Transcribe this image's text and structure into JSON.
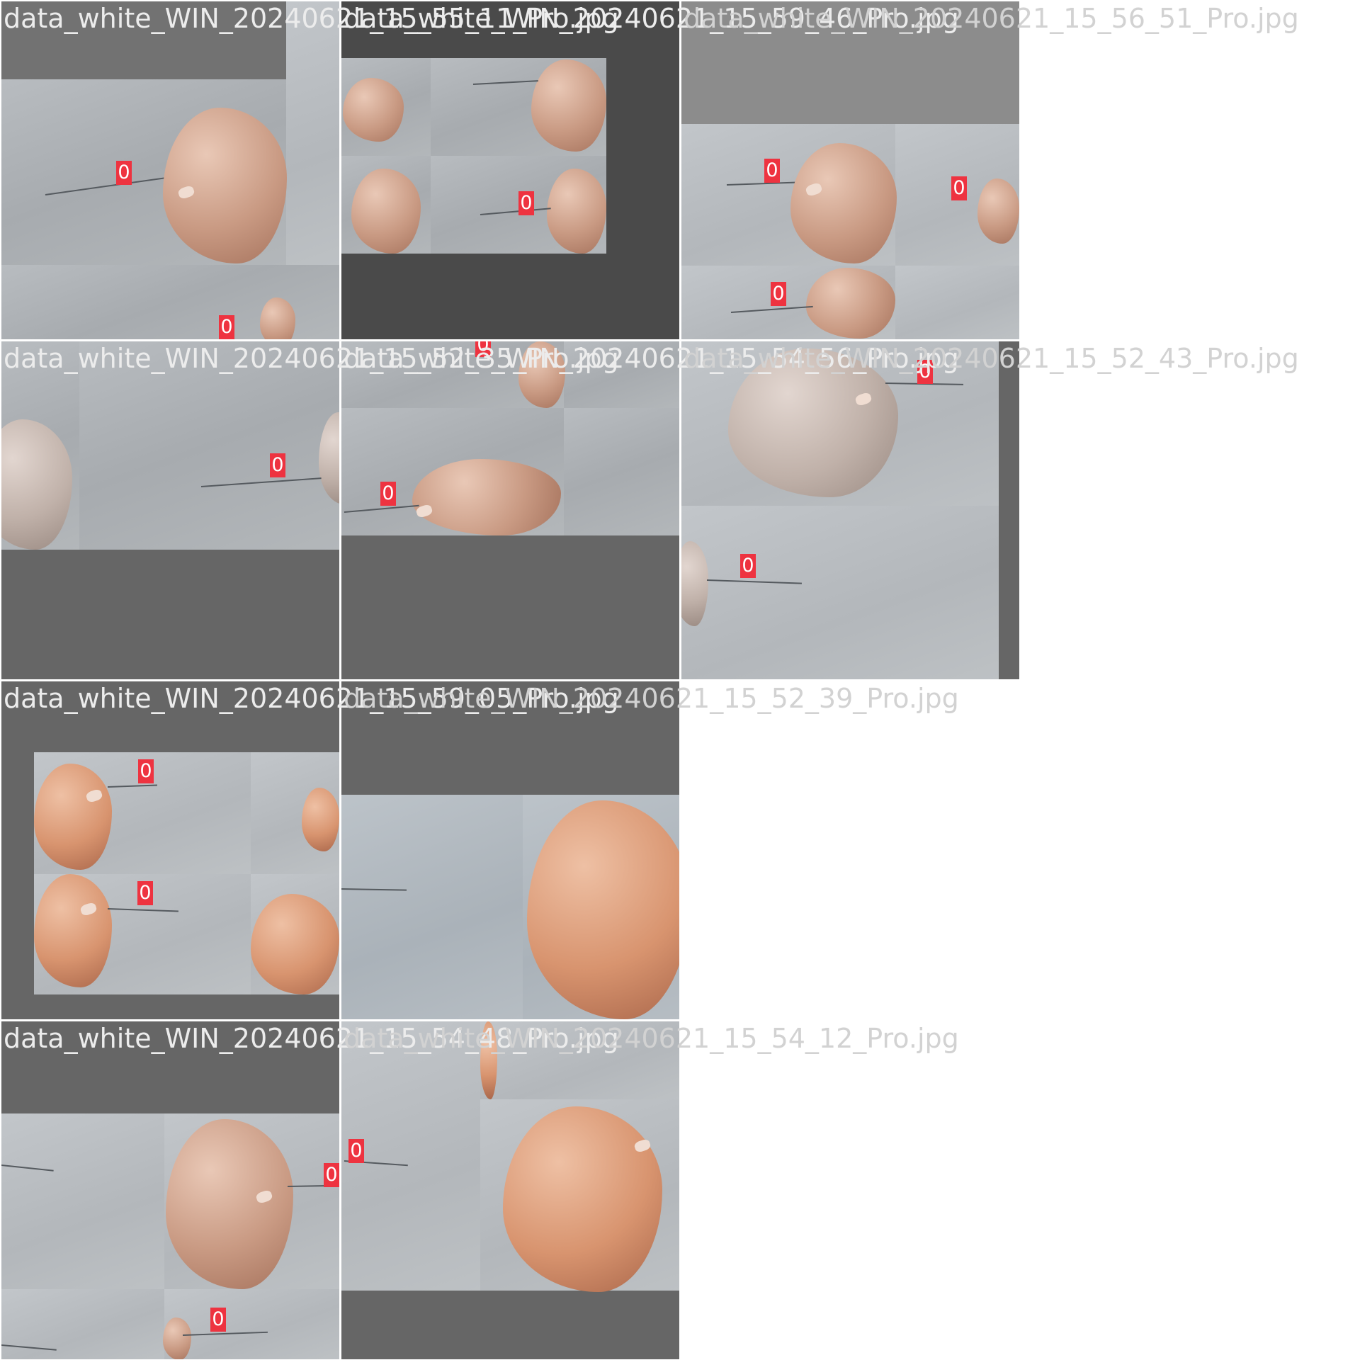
{
  "captions": [
    "data_white_WIN_20240621_15_55_11_Pro.jpg",
    "data_white_WIN_20240621_15_59_46_Pro.jpg",
    "data_white_WIN_20240621_15_56_51_Pro.jpg",
    "data_white_WIN_20240621_15_52_35_Pro.jpg",
    "data_white_WIN_20240621_15_54_56_Pro.jpg",
    "data_white_WIN_20240621_15_52_43_Pro.jpg",
    "data_white_WIN_20240621_15_59_05_Pro.jpg",
    "data_white_WIN_20240621_15_52_39_Pro.jpg",
    "data_white_WIN_20240621_15_54_48_Pro.jpg",
    "data_white_WIN_20240621_15_54_12_Pro.jpg"
  ],
  "class_label": "0",
  "colors": {
    "box": "#ee3340",
    "background": "#ffffff",
    "caption_on_tile": "#ececec",
    "caption_on_white": "#d2d2d2"
  }
}
